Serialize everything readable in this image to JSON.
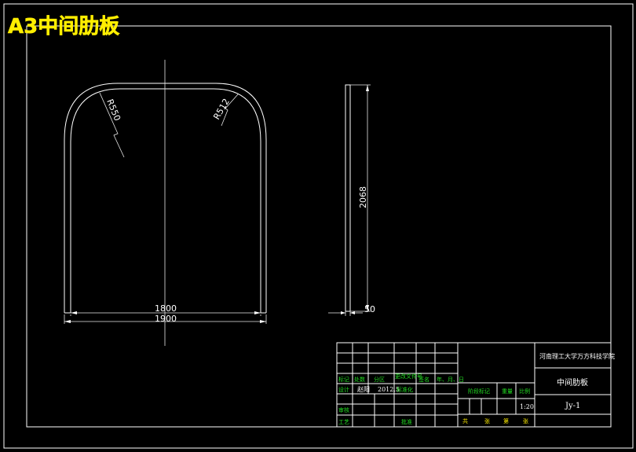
{
  "title": "A3中间肋板",
  "colors": {
    "background": "#000000",
    "lines": "#ffffff",
    "title": "#ffee00",
    "labels_green": "#22dd22",
    "labels_yellow": "#ffee00"
  },
  "dimensions": {
    "radius_left": "R550",
    "radius_right": "R512",
    "height": "2068",
    "inner_width": "1800",
    "outer_width": "1900",
    "thickness": "50"
  },
  "title_block": {
    "row1": [
      "标记",
      "处数",
      "分区",
      "更改文件号",
      "签名",
      "年、月、日"
    ],
    "row2": [
      "设计",
      "赵阳",
      "2012.5",
      "标准化"
    ],
    "row3": [
      "审核"
    ],
    "row4": [
      "工艺",
      "批准"
    ],
    "stage_headers": [
      "阶段标记",
      "重量",
      "比例"
    ],
    "scale": "1:20",
    "sheet": [
      "共",
      "张",
      "第",
      "张"
    ],
    "school": "河南理工大学万方科技学院",
    "part_name": "中间肋板",
    "drawing_no": "Jy-1"
  }
}
